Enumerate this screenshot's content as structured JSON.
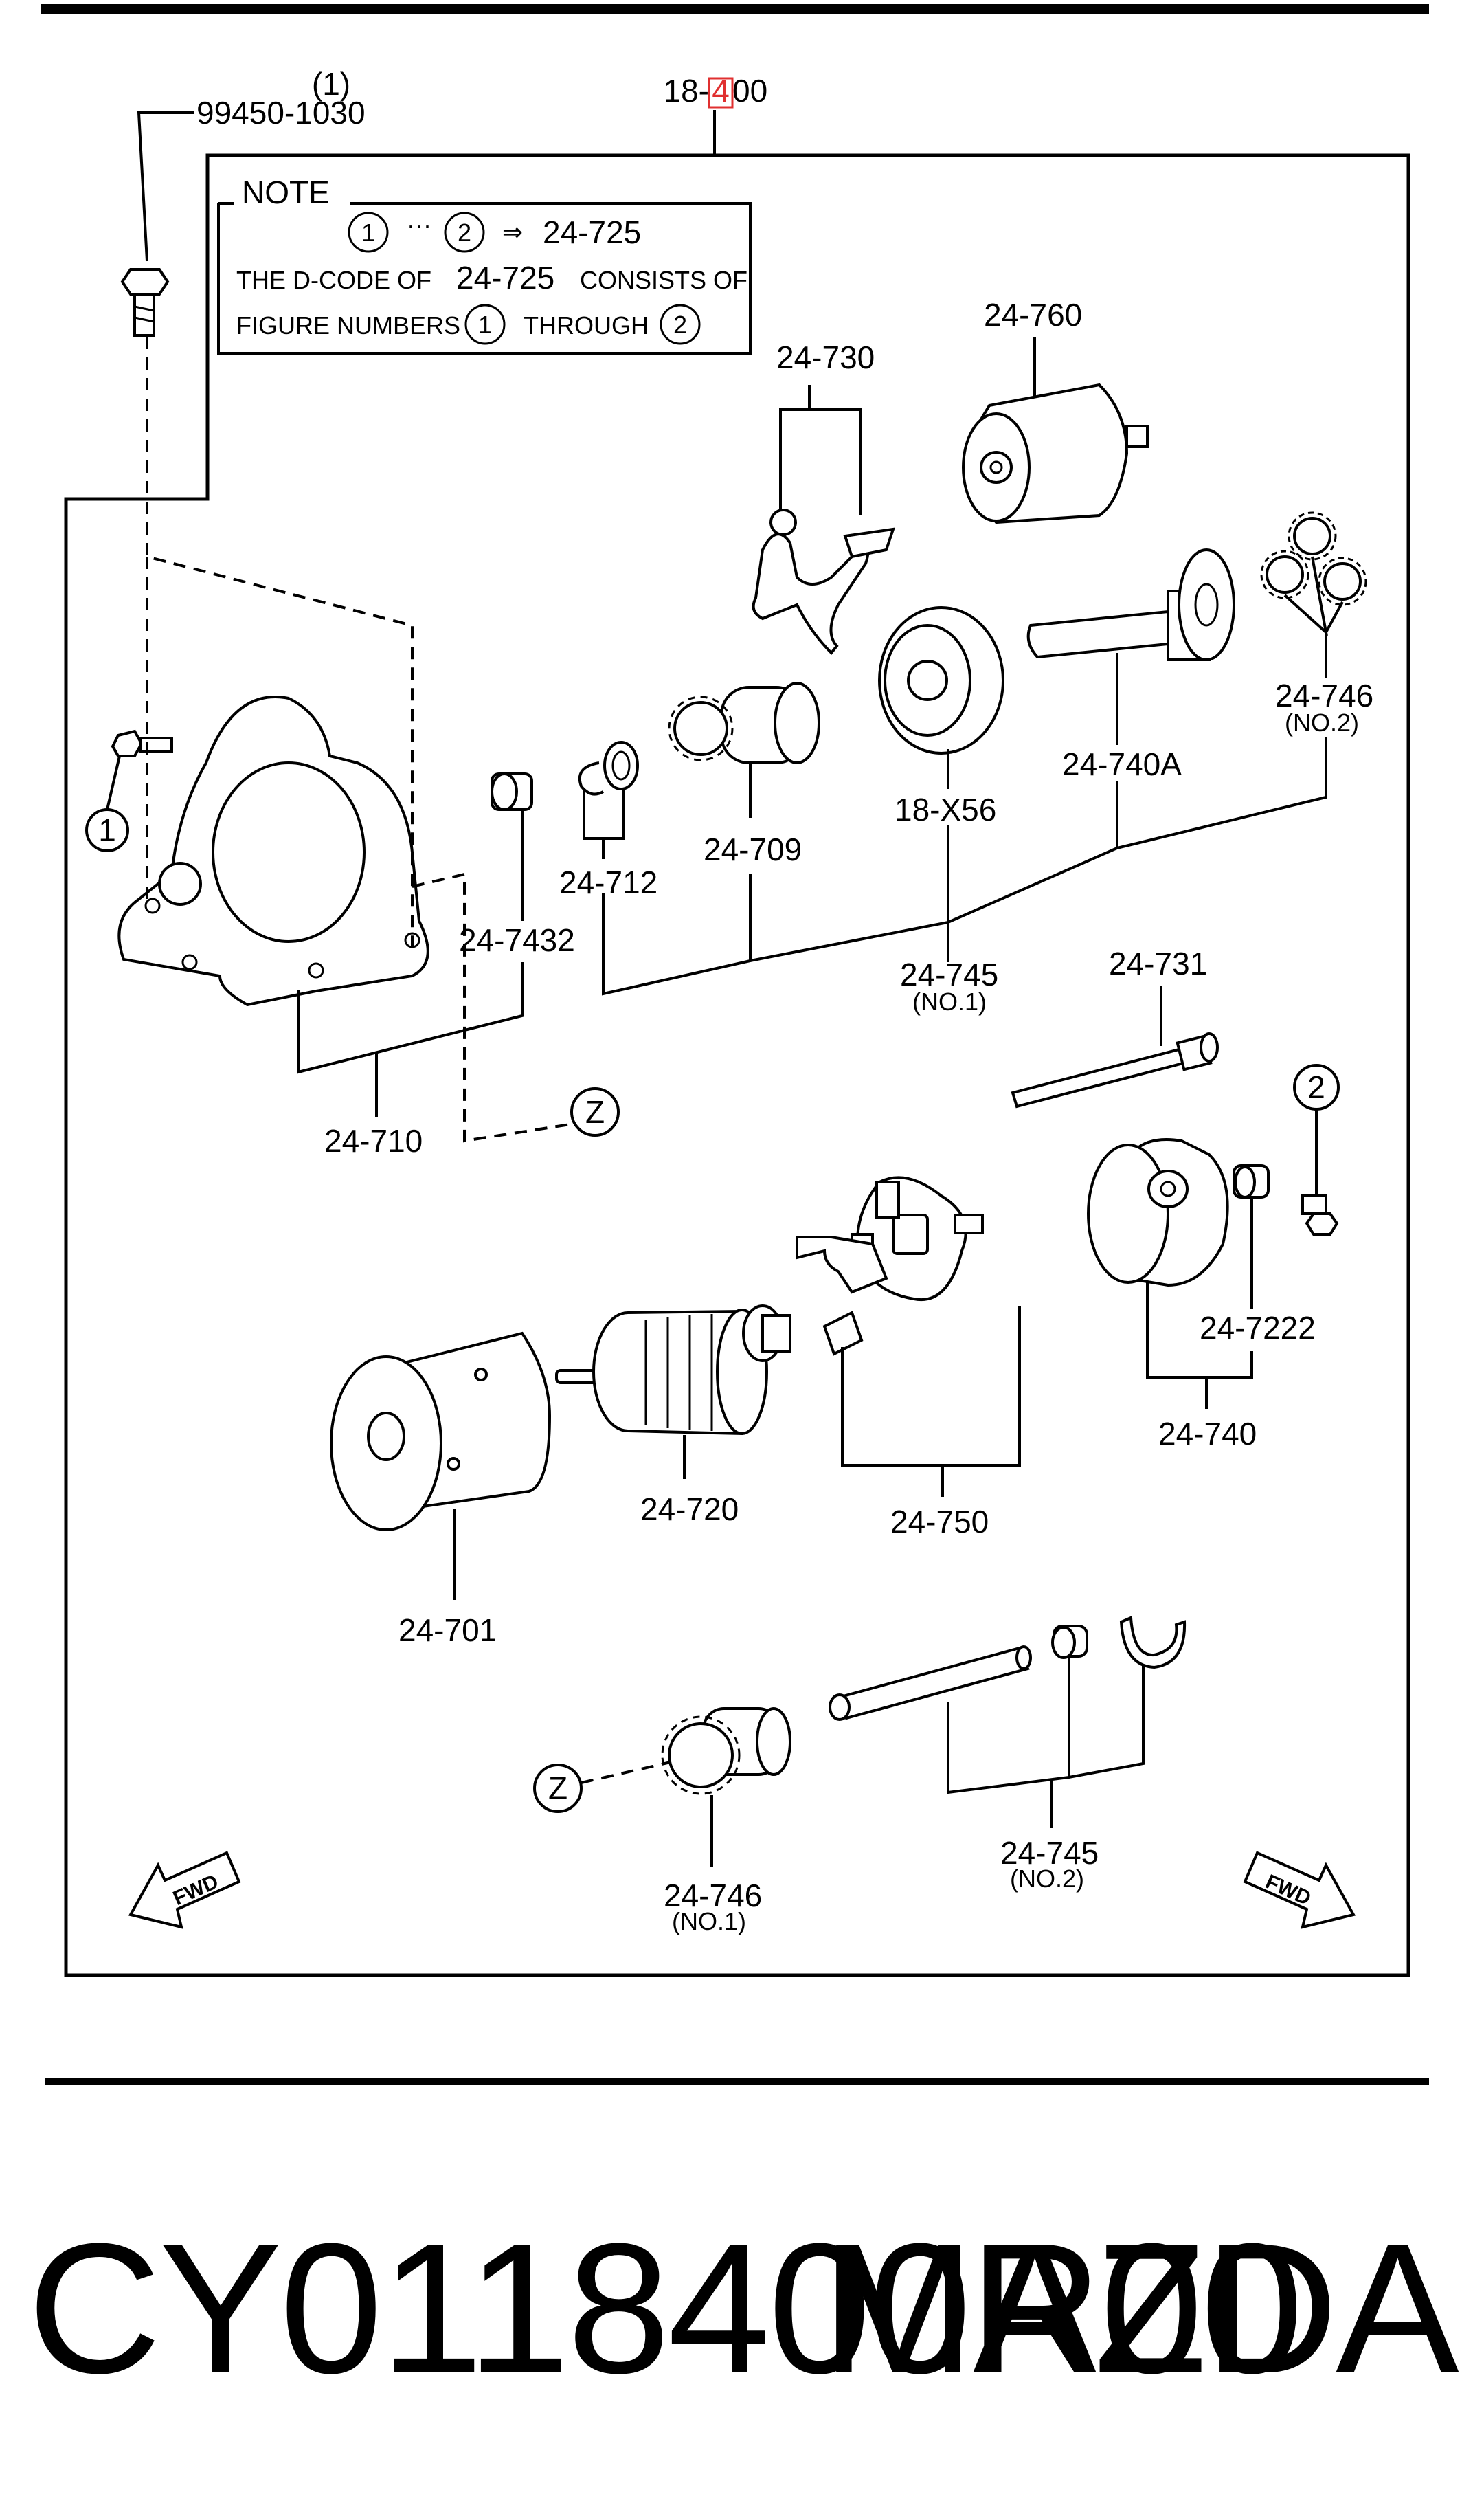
{
  "diagram": {
    "group_code_prefix": "18-",
    "group_code_highlight": "4",
    "group_code_suffix": "00",
    "bolt": {
      "qty": "(1)",
      "part": "99450-1030"
    },
    "note": {
      "heading": "NOTE",
      "range_start": "1",
      "range_sep": "···",
      "range_end": "2",
      "arrow": "⇒",
      "range_code": "24-725",
      "line2_a": "THE D-CODE OF",
      "line2_code": "24-725",
      "line2_b": "CONSISTS OF",
      "line3_a": "FIGURE NUMBERS",
      "line3_n1": "1",
      "line3_b": "THROUGH",
      "line3_n2": "2"
    },
    "labels": {
      "p24_730": "24-730",
      "p24_760": "24-760",
      "p24_746_no2": "24-746",
      "p24_746_no2_sub": "(NO.2)",
      "p24_740a": "24-740A",
      "p18_x56": "18-X56",
      "p24_709": "24-709",
      "p24_712": "24-712",
      "p24_7432": "24-7432",
      "p24_745_no1": "24-745",
      "p24_745_no1_sub": "(NO.1)",
      "p24_731": "24-731",
      "p24_710": "24-710",
      "p24_7222": "24-7222",
      "p24_740": "24-740",
      "p24_720": "24-720",
      "p24_750": "24-750",
      "p24_701": "24-701",
      "p24_745_no2": "24-745",
      "p24_745_no2_sub": "(NO.2)",
      "p24_746_no1": "24-746",
      "p24_746_no1_sub": "(NO.1)"
    },
    "callouts": {
      "one": "1",
      "two": "2",
      "z_top": "Z",
      "z_bottom": "Z"
    },
    "fwd_left": "FWD",
    "fwd_right": "FWD"
  },
  "footer": {
    "part_id": "CY0118400R00",
    "brand": "MAZDA"
  }
}
